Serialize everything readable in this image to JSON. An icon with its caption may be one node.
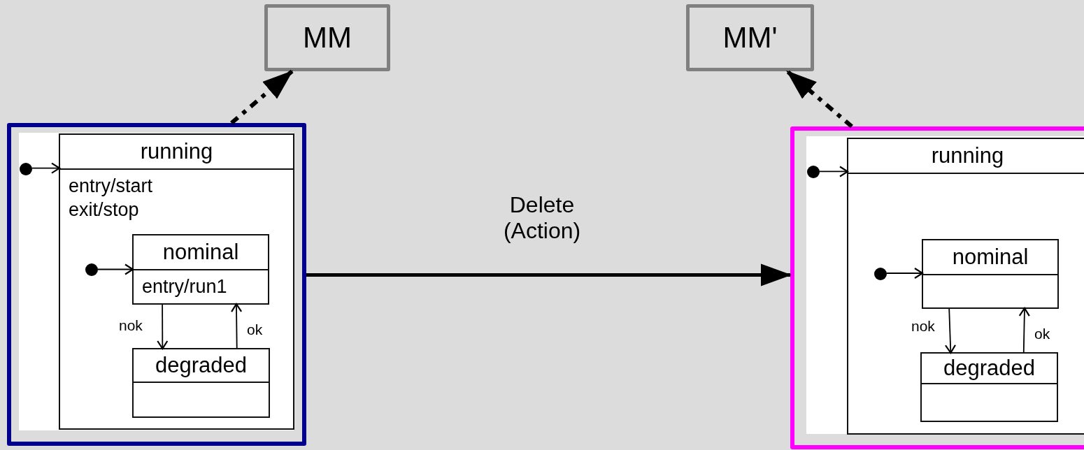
{
  "diagram": {
    "nodes": [
      {
        "text": [
          "MM"
        ]
      },
      {
        "text": [
          "MM'"
        ]
      },
      {
        "text": [],
        "shape": "box"
      },
      {
        "text": [
          "running",
          "entry/start exit/stop"
        ],
        "in": 2
      },
      {
        "text": [],
        "shape": "circle",
        "in": 2
      },
      {
        "text": [
          "nominal",
          "entry/run1"
        ],
        "in": 3
      },
      {
        "text": [],
        "shape": "circle",
        "in": 3
      },
      {
        "text": [
          "degraded"
        ],
        "in": 3
      },
      {
        "text": [],
        "shape": "box"
      },
      {
        "text": [
          "running"
        ],
        "in": 8
      },
      {
        "text": [],
        "shape": "circle",
        "in": 8
      },
      {
        "text": [
          "nominal"
        ],
        "in": 9
      },
      {
        "text": [],
        "shape": "circle",
        "in": 9
      },
      {
        "text": [
          "degraded"
        ],
        "in": 9
      }
    ],
    "edges": [
      {
        "from": 2,
        "to": 0,
        "arrow": "to",
        "style": "dashed"
      },
      {
        "from": 8,
        "to": 1,
        "arrow": "to",
        "style": "dashed"
      },
      {
        "from": 2,
        "to": 8,
        "arrow": "to",
        "label": "Delete (Action)",
        "style": "thick"
      },
      {
        "from": 4,
        "to": 3,
        "arrow": "to"
      },
      {
        "from": 6,
        "to": 5,
        "arrow": "to"
      },
      {
        "from": 5,
        "to": 7,
        "arrow": "to",
        "label": "nok"
      },
      {
        "from": 7,
        "to": 5,
        "arrow": "to",
        "label": "ok"
      },
      {
        "from": 10,
        "to": 9,
        "arrow": "to"
      },
      {
        "from": 12,
        "to": 11,
        "arrow": "to"
      },
      {
        "from": 11,
        "to": 13,
        "arrow": "to",
        "label": "nok"
      },
      {
        "from": 13,
        "to": 11,
        "arrow": "to",
        "label": "ok"
      }
    ]
  }
}
